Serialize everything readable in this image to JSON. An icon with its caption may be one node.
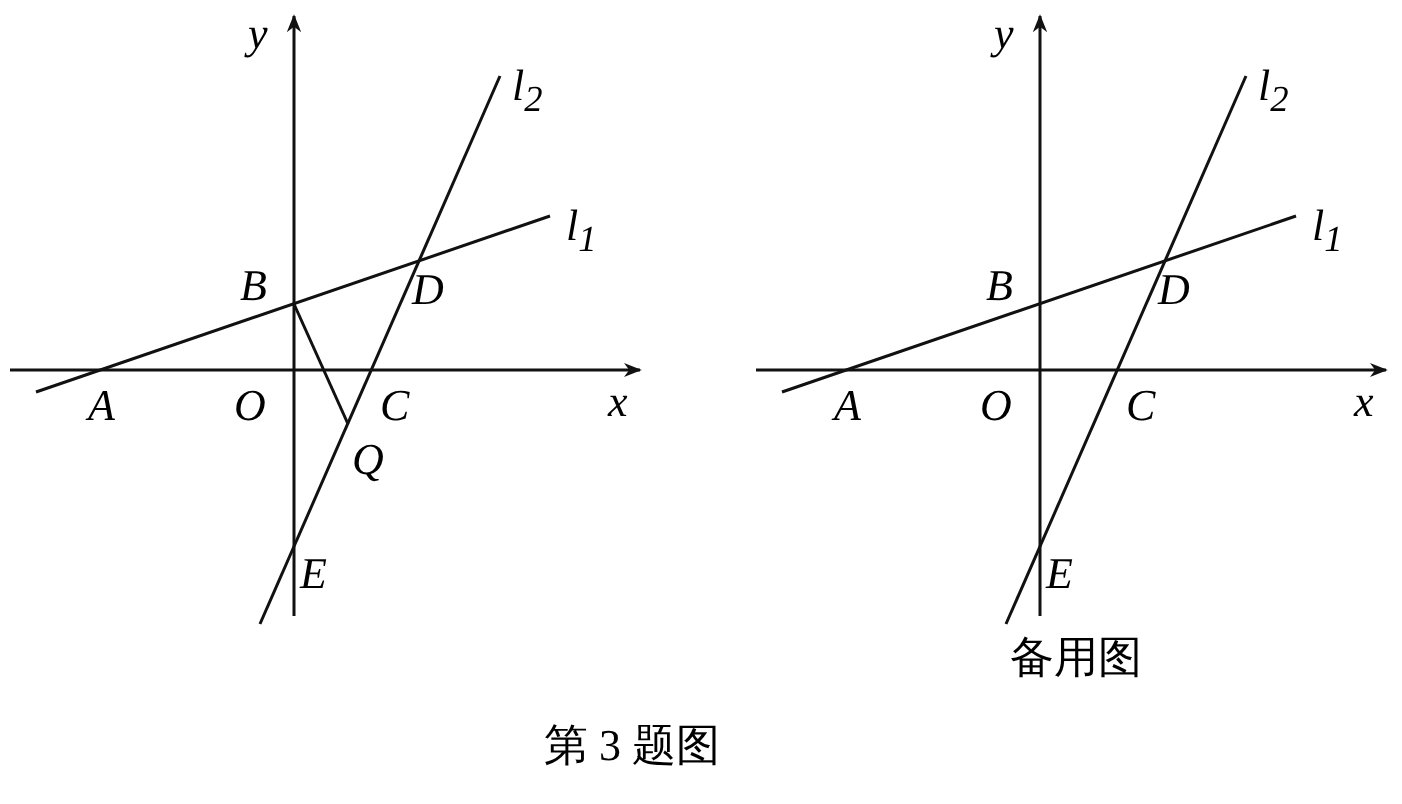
{
  "diagram": {
    "caption": "第 3 题图",
    "labels": [
      "y",
      "l$_{2}$",
      "l$_{1}$",
      "B",
      "D",
      "A",
      "O",
      "C",
      "x",
      "Q",
      "E",
      "y",
      "l$_{2}$",
      "l$_{1}$",
      "B",
      "D",
      "A",
      "O",
      "C",
      "x",
      "E",
      "备用图"
    ]
  }
}
